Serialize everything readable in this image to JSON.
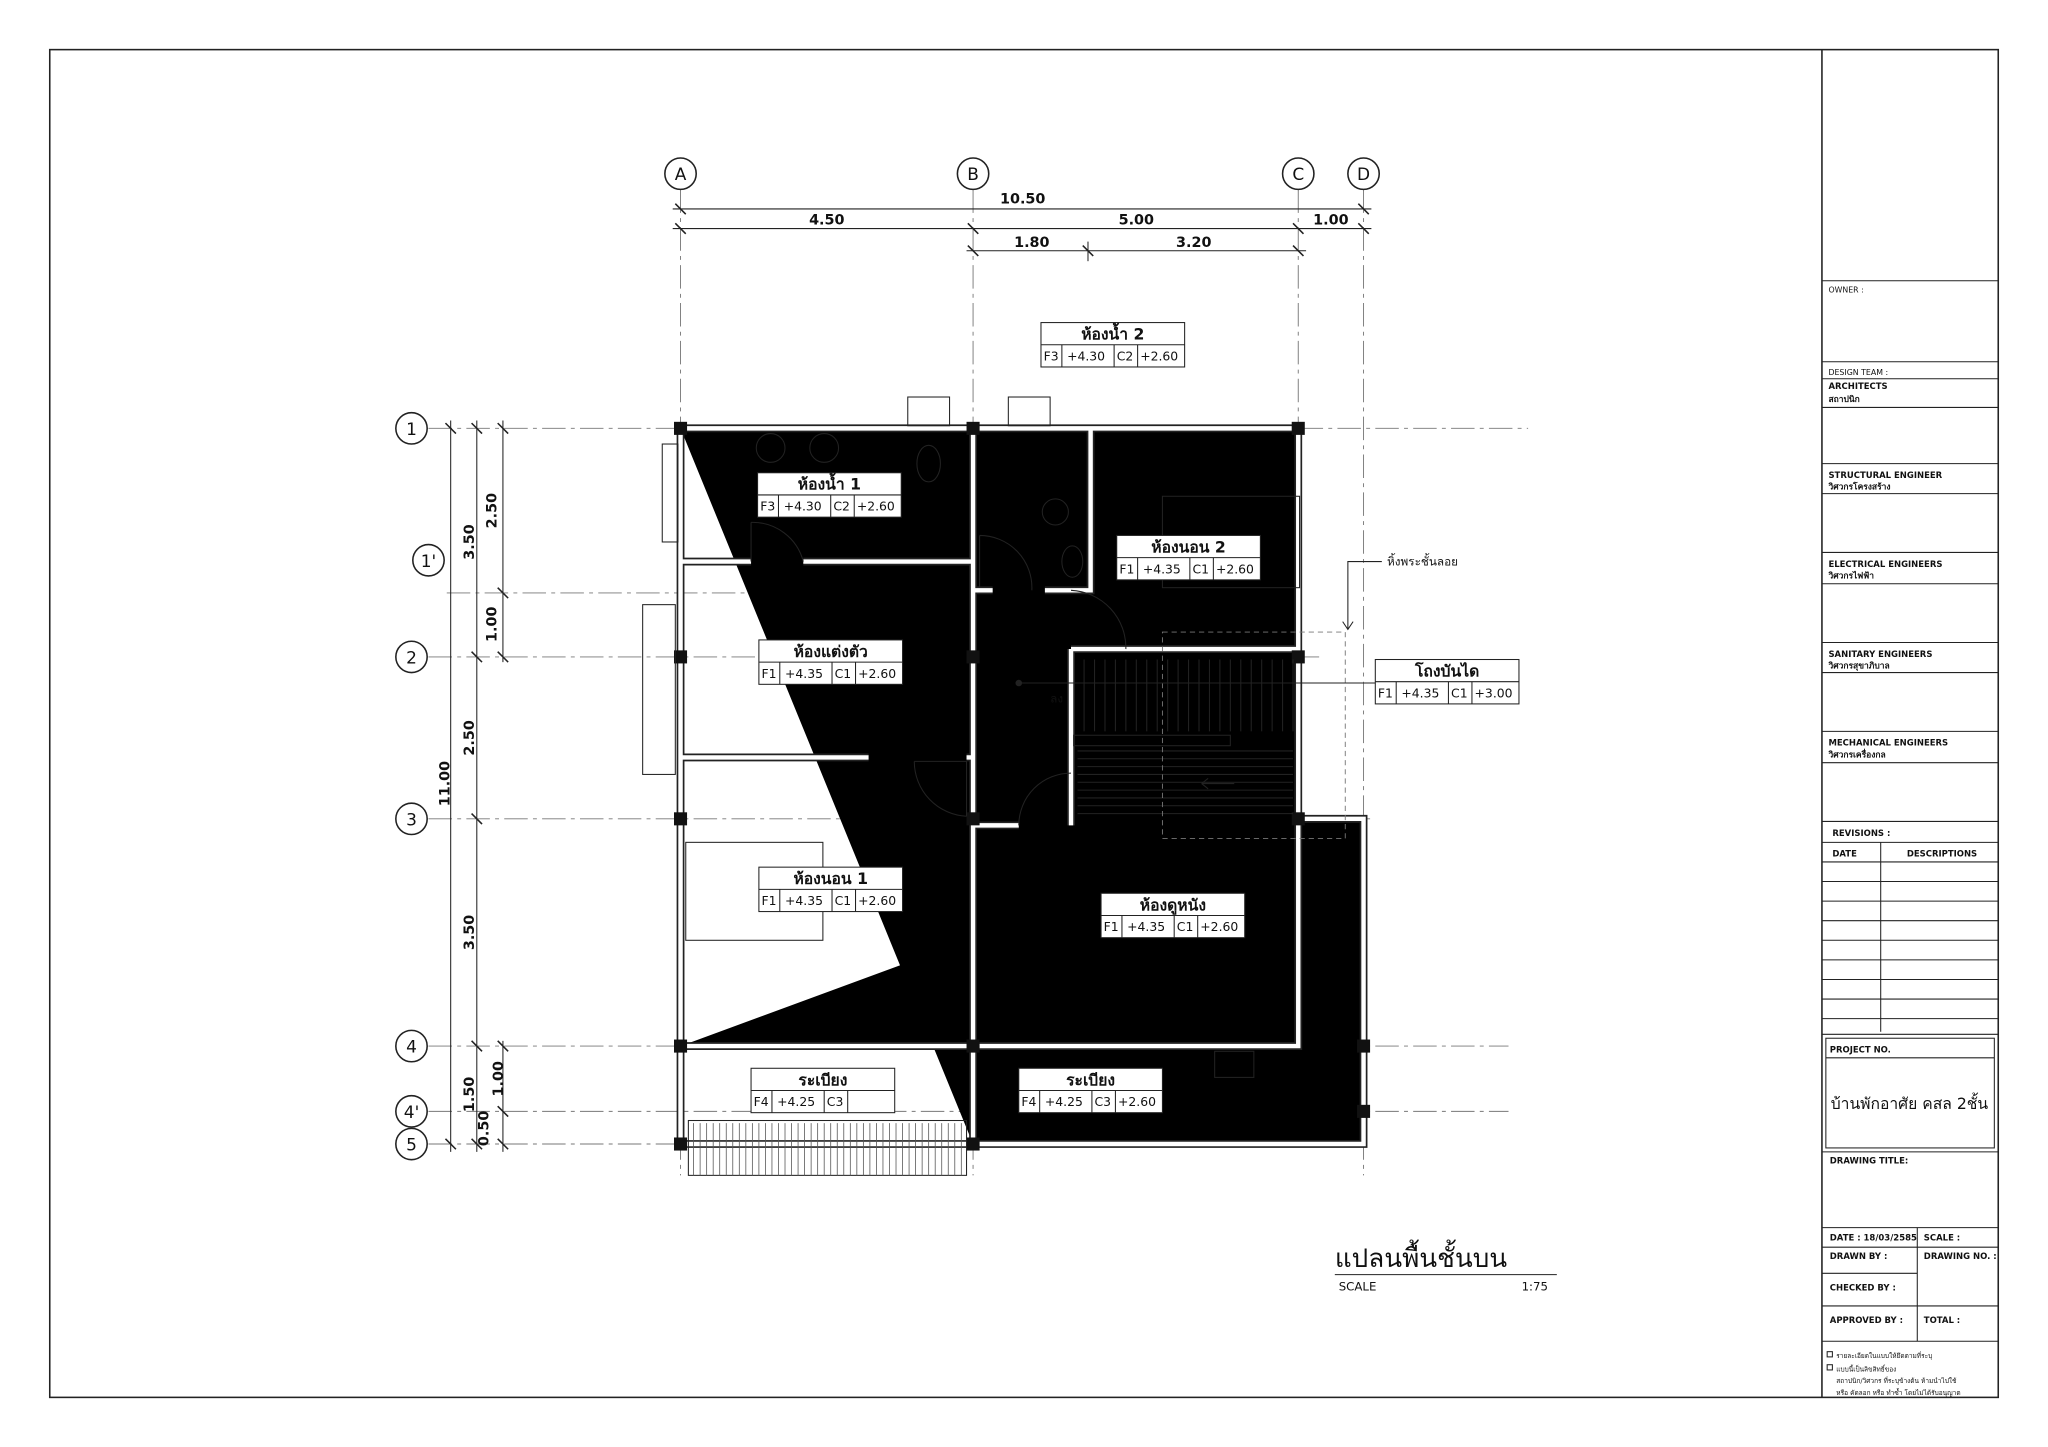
{
  "plan": {
    "grid_columns": [
      "A",
      "B",
      "C",
      "D"
    ],
    "grid_rows": [
      "1",
      "1'",
      "2",
      "3",
      "4",
      "4'",
      "5"
    ],
    "top_dimensions": {
      "overall": "10.50",
      "a_b": "4.50",
      "b_c": "5.00",
      "c_d": "1.00",
      "b_sub": "1.80",
      "c_sub": "3.20"
    },
    "left_dimensions": {
      "overall": "11.00",
      "r1_r2": "3.50",
      "r2_r3": "2.50",
      "r3_r4": "3.50",
      "r4_r5": "1.50",
      "r1_r1p": "2.50",
      "r1p_r2": "1.00",
      "r4_r4p": "1.00",
      "r4p_r5": "0.50"
    },
    "rooms": [
      {
        "name": "ห้องน้ำ 2",
        "floor": "F3",
        "floor_level": "+4.30",
        "ceiling": "C2",
        "ceiling_level": "+2.60"
      },
      {
        "name": "ห้องน้ำ 1",
        "floor": "F3",
        "floor_level": "+4.30",
        "ceiling": "C2",
        "ceiling_level": "+2.60"
      },
      {
        "name": "ห้องนอน 2",
        "floor": "F1",
        "floor_level": "+4.35",
        "ceiling": "C1",
        "ceiling_level": "+2.60"
      },
      {
        "name": "ห้องแต่งตัว",
        "floor": "F1",
        "floor_level": "+4.35",
        "ceiling": "C1",
        "ceiling_level": "+2.60"
      },
      {
        "name": "โถงบันได",
        "floor": "F1",
        "floor_level": "+4.35",
        "ceiling": "C1",
        "ceiling_level": "+3.00"
      },
      {
        "name": "ห้องนอน 1",
        "floor": "F1",
        "floor_level": "+4.35",
        "ceiling": "C1",
        "ceiling_level": "+2.60"
      },
      {
        "name": "ห้องดูหนัง",
        "floor": "F1",
        "floor_level": "+4.35",
        "ceiling": "C1",
        "ceiling_level": "+2.60"
      },
      {
        "name": "ระเบียง",
        "floor": "F4",
        "floor_level": "+4.25",
        "ceiling": "C3",
        "ceiling_level": ""
      },
      {
        "name": "ระเบียง",
        "floor": "F4",
        "floor_level": "+4.25",
        "ceiling": "C3",
        "ceiling_level": "+2.60"
      }
    ],
    "annotations": {
      "shrine": "หิ้งพระชั้นลอย",
      "down": "ลง"
    },
    "title": "แปลนพื้นชั้นบน",
    "scale_label": "SCALE",
    "scale_value": "1:75"
  },
  "title_block": {
    "owner": "OWNER :",
    "design_team": "DESIGN TEAM :",
    "architects": "ARCHITECTS",
    "architects_th": "สถาปนิก",
    "structural": "STRUCTURAL ENGINEER",
    "structural_th": "วิศวกรโครงสร้าง",
    "electrical": "ELECTRICAL ENGINEERS",
    "electrical_th": "วิศวกรไฟฟ้า",
    "sanitary": "SANITARY ENGINEERS",
    "sanitary_th": "วิศวกรสุขาภิบาล",
    "mechanical": "MECHANICAL ENGINEERS",
    "mechanical_th": "วิศวกรเครื่องกล",
    "revisions": "REVISIONS :",
    "rev_date": "DATE",
    "rev_desc": "DESCRIPTIONS",
    "project_no": "PROJECT NO.",
    "project_name": "บ้านพักอาศัย คสล 2ชั้น",
    "drawing_title": "DRAWING TITLE:",
    "date": "DATE : 18/03/2585",
    "scale": "SCALE :",
    "drawn_by": "DRAWN BY :",
    "drawing_no": "DRAWING NO. :",
    "checked_by": "CHECKED BY :",
    "approved_by": "APPROVED BY :",
    "total": "TOTAL :",
    "notes": [
      "รายละเอียดในแบบให้ยึดตามที่ระบุ",
      "แบบนี้เป็นลิขสิทธิ์ของ",
      "สถาปนิก/วิศวกร ที่ระบุข้างต้น ห้ามนำไปใช้",
      "หรือ คัดลอก หรือ ทำซ้ำ โดยไม่ได้รับอนุญาต"
    ]
  }
}
